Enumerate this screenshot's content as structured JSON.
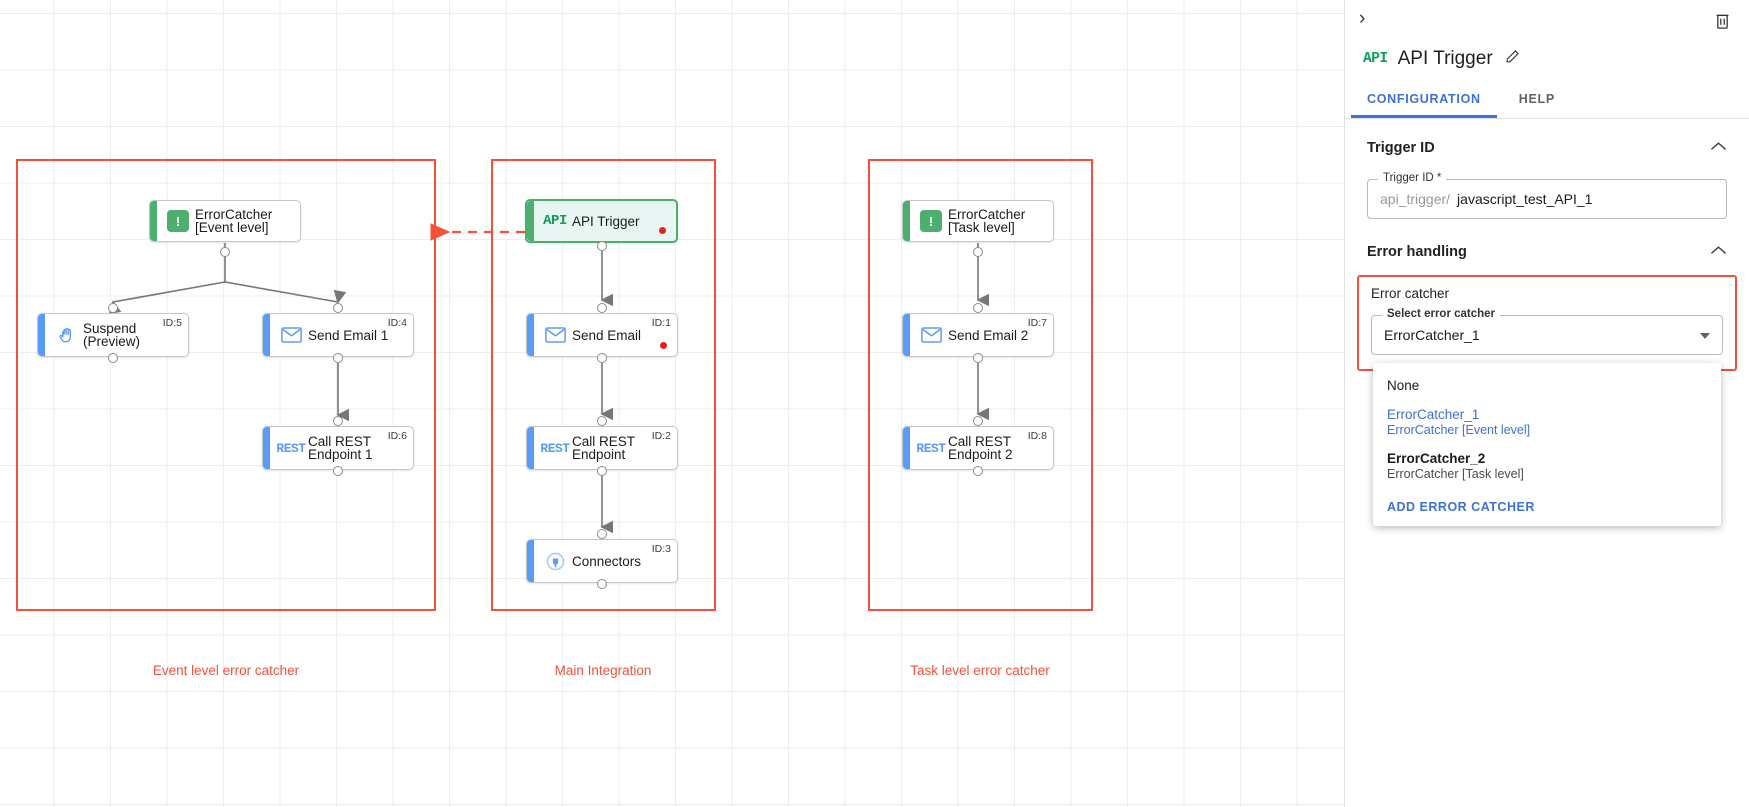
{
  "canvas": {
    "groups": [
      {
        "label": "Event level error catcher"
      },
      {
        "label": "Main Integration"
      },
      {
        "label": "Task level error catcher"
      }
    ],
    "nodes": [
      {
        "title": "ErrorCatcher\n[Event level]",
        "icon": "error-catcher-icon",
        "id_badge": ""
      },
      {
        "title": "Suspend\n(Preview)",
        "icon": "hand-icon",
        "id_badge": "ID:5"
      },
      {
        "title": "Send Email 1",
        "icon": "envelope-icon",
        "id_badge": "ID:4"
      },
      {
        "title": "Call REST\nEndpoint 1",
        "icon": "rest-icon",
        "id_badge": "ID:6"
      },
      {
        "title": "API Trigger",
        "icon": "api-icon",
        "id_badge": ""
      },
      {
        "title": "Send Email",
        "icon": "envelope-icon",
        "id_badge": "ID:1"
      },
      {
        "title": "Call REST\nEndpoint",
        "icon": "rest-icon",
        "id_badge": "ID:2"
      },
      {
        "title": "Connectors",
        "icon": "connectors-icon",
        "id_badge": "ID:3"
      },
      {
        "title": "ErrorCatcher\n[Task level]",
        "icon": "error-catcher-icon",
        "id_badge": ""
      },
      {
        "title": "Send Email 2",
        "icon": "envelope-icon",
        "id_badge": "ID:7"
      },
      {
        "title": "Call REST\nEndpoint 2",
        "icon": "rest-icon",
        "id_badge": "ID:8"
      }
    ]
  },
  "panel": {
    "icon": "API",
    "title": "API Trigger",
    "tabs": [
      {
        "label": "CONFIGURATION"
      },
      {
        "label": "HELP"
      }
    ],
    "trigger_section": {
      "title": "Trigger ID",
      "field_legend": "Trigger ID *",
      "prefix": "api_trigger/",
      "value": "javascript_test_API_1"
    },
    "error_section": {
      "title": "Error handling",
      "catcher_label": "Error catcher",
      "select_legend": "Select error catcher",
      "selected": "ErrorCatcher_1",
      "options": [
        {
          "name": "None",
          "desc": ""
        },
        {
          "name": "ErrorCatcher_1",
          "desc": "ErrorCatcher [Event level]"
        },
        {
          "name": "ErrorCatcher_2",
          "desc": "ErrorCatcher [Task level]"
        }
      ],
      "add_label": "ADD ERROR CATCHER"
    }
  },
  "colors": {
    "accent_blue": "#3f6fd8",
    "group_red": "#f4503c",
    "node_blue": "#5b9bf8",
    "node_green": "#4caf6d",
    "error_dot": "#e81f1f"
  }
}
